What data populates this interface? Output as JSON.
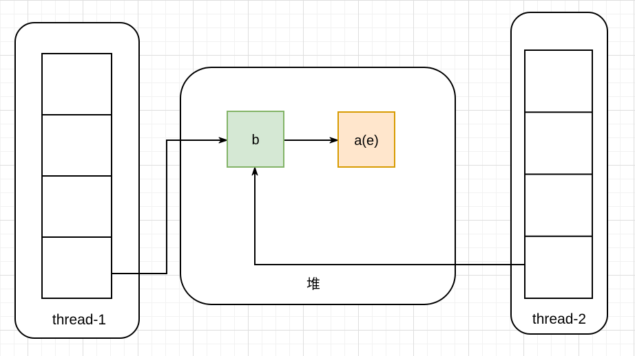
{
  "diagram": {
    "thread1": {
      "label": "thread-1",
      "frame_count": 4
    },
    "thread2": {
      "label": "thread-2",
      "frame_count": 4
    },
    "heap": {
      "label": "堆"
    },
    "node_b": {
      "label": "b",
      "fill": "#d5e8d4",
      "stroke": "#82b366"
    },
    "node_ae": {
      "label": "a(e)",
      "fill": "#ffe6cc",
      "stroke": "#d79b00"
    },
    "edge_color": "#000000",
    "edges": [
      {
        "from": "thread-1-bottom-frame",
        "to": "node-b"
      },
      {
        "from": "node-b",
        "to": "node-ae"
      },
      {
        "from": "thread-2-bottom-frame",
        "to": "node-b"
      }
    ]
  }
}
